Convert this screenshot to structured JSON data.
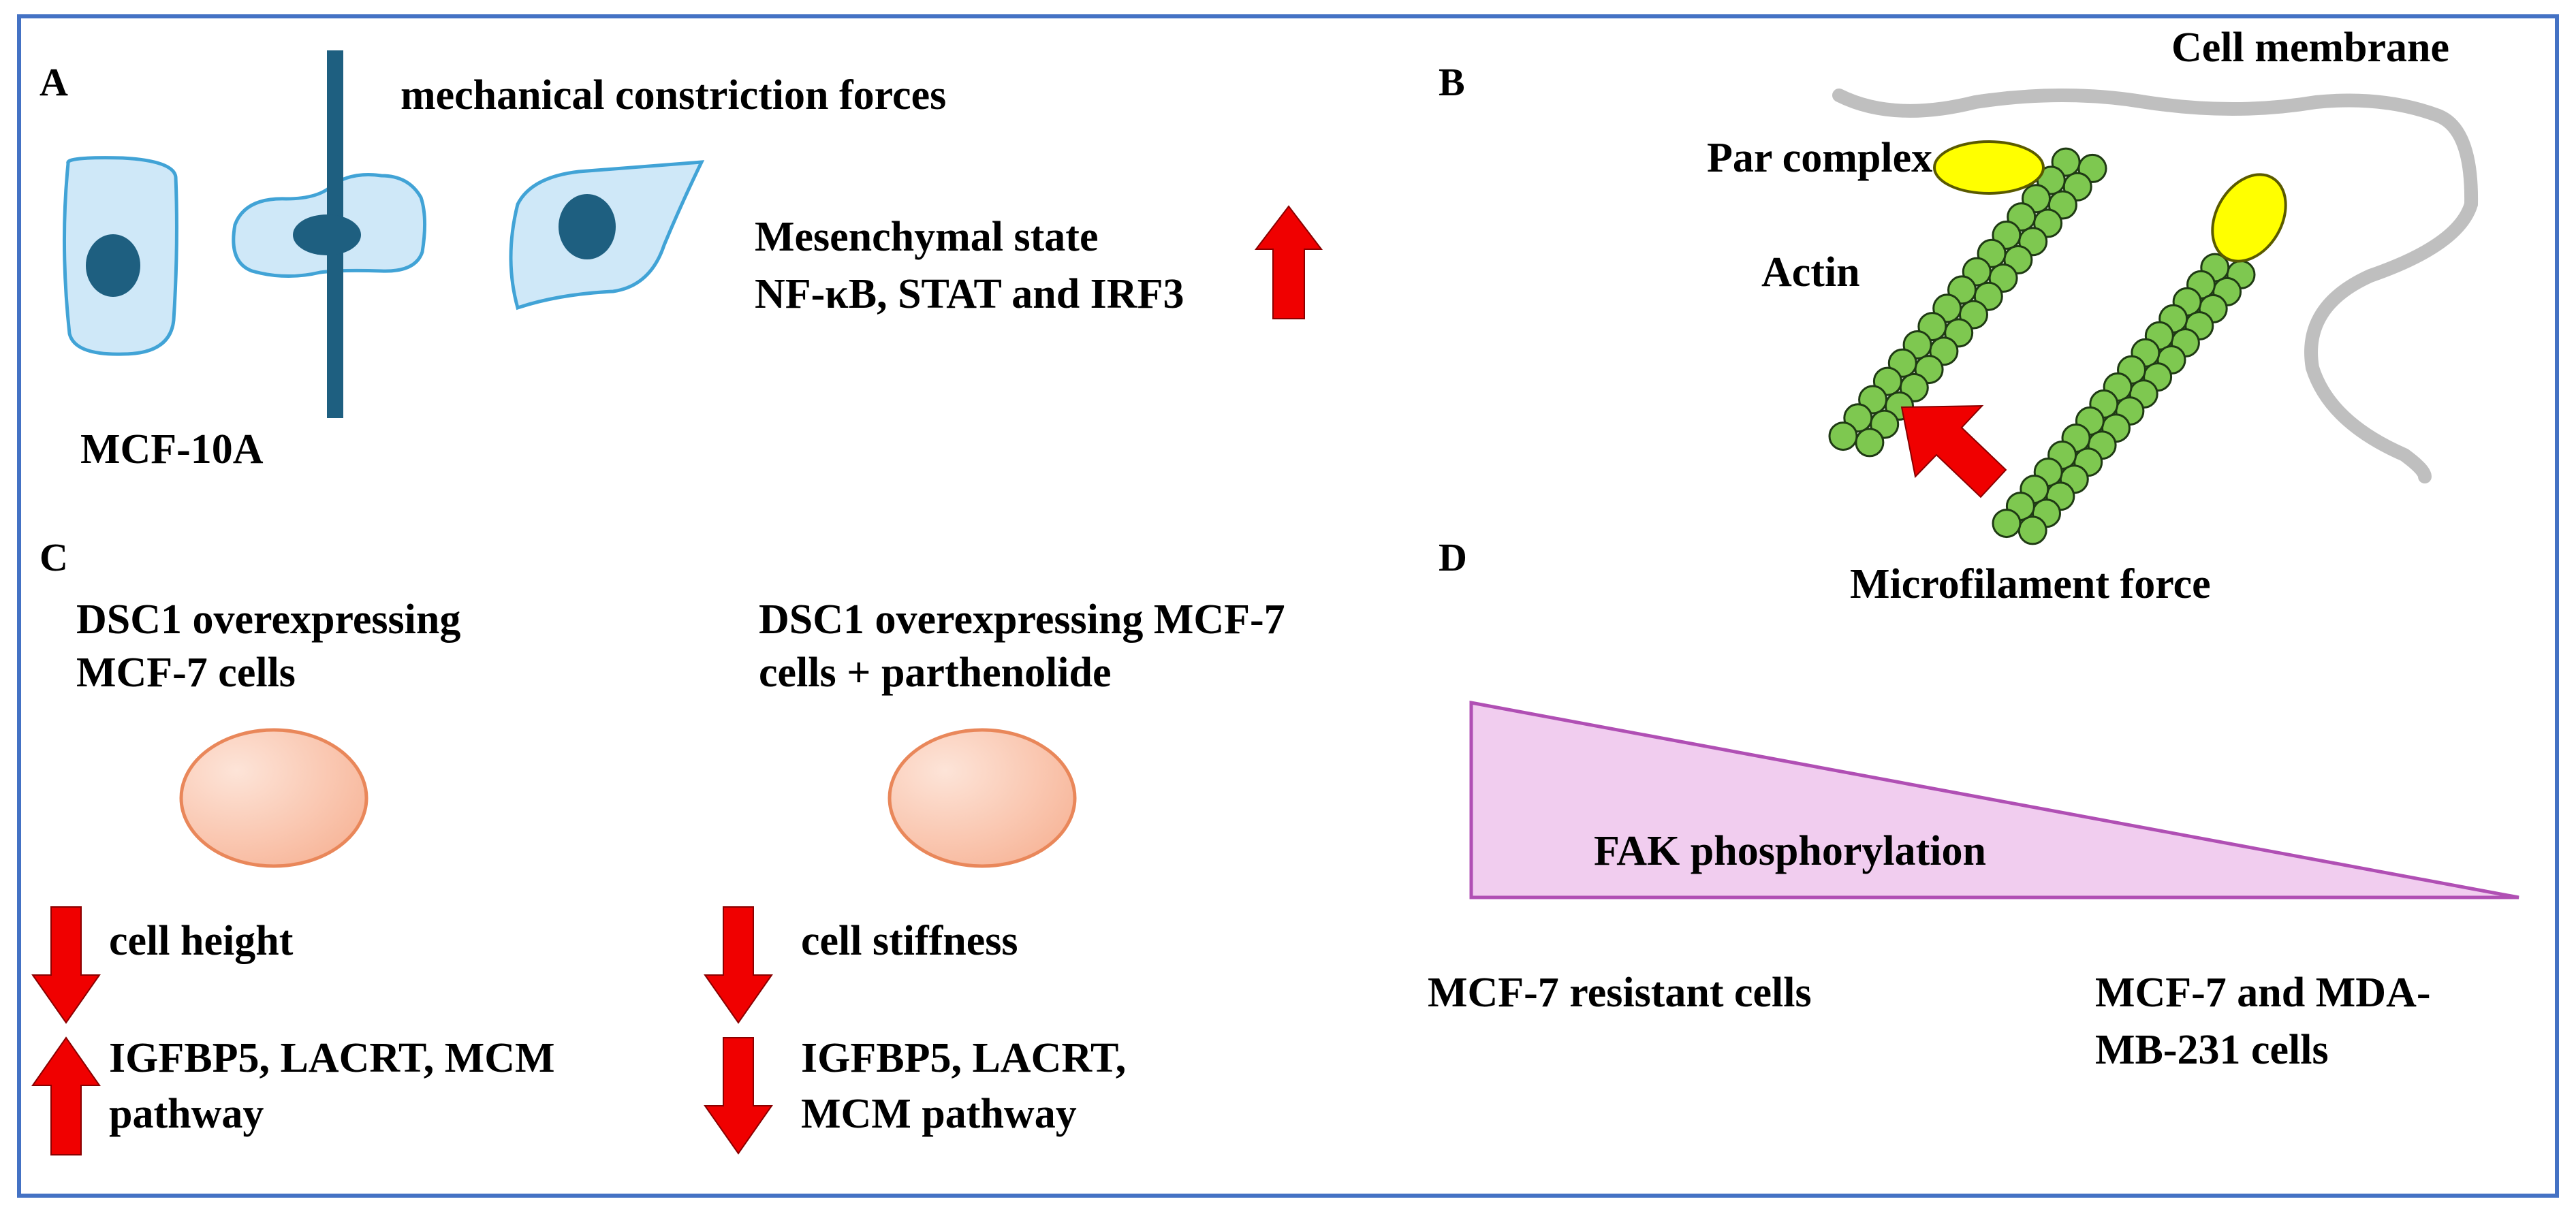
{
  "colors": {
    "frame": "#4472C4",
    "cell_fill": "#CFE8F8",
    "cell_stroke": "#41A3D6",
    "nucleus": "#1E5F80",
    "barrier": "#1E5F80",
    "arrow_red": "#F00000",
    "membrane": "#BFBFBF",
    "par_complex": "#FFFF00",
    "actin_fill": "#7EC850",
    "actin_stroke": "#1F3A14",
    "mcf7_cell_fill": "#F9BEA3",
    "mcf7_cell_stroke": "#E9875A",
    "fak_fill": "#F1CDEF",
    "fak_stroke": "#B04FB4"
  },
  "icons": [
    "arrow-up-icon",
    "arrow-down-icon"
  ],
  "panel_a": {
    "letter": "A",
    "constriction_label": "mechanical constriction forces",
    "cell_line": "MCF-10A",
    "effect_line1": "Mesenchymal state",
    "effect_line2": "NF-κB, STAT and IRF3",
    "effect_direction": "up"
  },
  "panel_b": {
    "letter": "B",
    "membrane_label": "Cell membrane",
    "par_label": "Par complex",
    "actin_label": "Actin",
    "force_label": "Microfilament force"
  },
  "panel_c": {
    "letter": "C",
    "left_title_line1": "DSC1 overexpressing",
    "left_title_line2": "MCF-7 cells",
    "right_title_line1": "DSC1 overexpressing MCF-7",
    "right_title_line2": "cells + parthenolide",
    "left_effect1": "cell height",
    "left_effect1_direction": "down",
    "left_effect2_line1": "IGFBP5, LACRT, MCM",
    "left_effect2_line2": "pathway",
    "left_effect2_direction": "up",
    "right_effect1": "cell stiffness",
    "right_effect1_direction": "down",
    "right_effect2_line1": "IGFBP5, LACRT,",
    "right_effect2_line2": "MCM pathway",
    "right_effect2_direction": "down"
  },
  "panel_d": {
    "letter": "D",
    "gradient_label": "FAK phosphorylation",
    "left_label": "MCF-7 resistant cells",
    "right_label_line1": "MCF-7 and MDA-",
    "right_label_line2": "MB-231 cells"
  }
}
